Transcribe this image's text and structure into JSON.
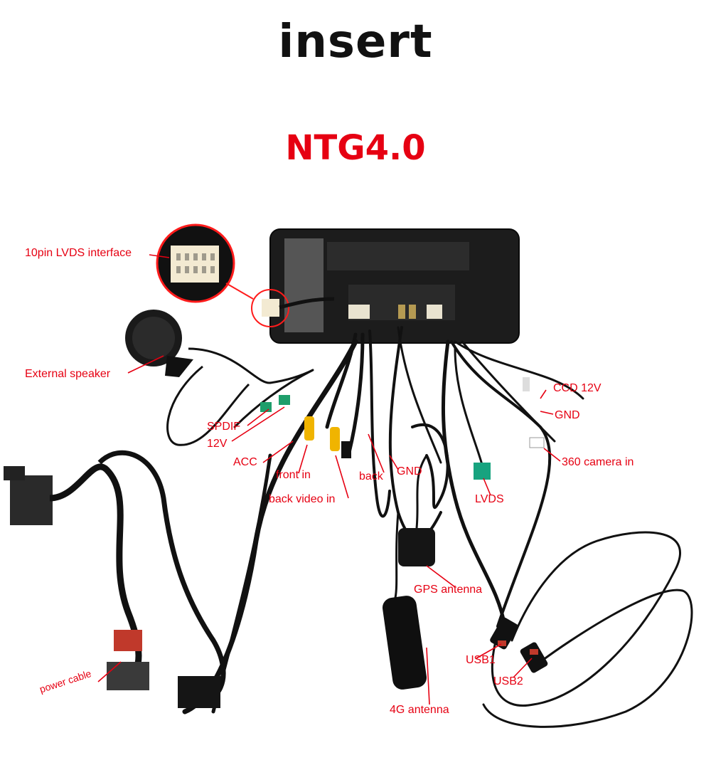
{
  "title": "insert",
  "subtitle": "NTG4.0",
  "colors": {
    "label": "#e60012",
    "pointer": "#e60012",
    "title": "#111111",
    "cable": "#111111",
    "unit": "#1a1a1a"
  },
  "labels": {
    "lvds_interface": "10pin LVDS interface",
    "external_speaker": "External speaker",
    "spdif": "SPDIF",
    "twelve_v": "12V",
    "acc": "ACC",
    "front_in": "front in",
    "back_video_in": "back video in",
    "back": "back",
    "gnd_mid": "GND",
    "ccd_12v": "CCD 12V",
    "gnd_right": "GND",
    "camera_360": "360 camera in",
    "lvds": "LVDS",
    "gps_antenna": "GPS antenna",
    "usb1": "USB1",
    "usb2": "USB2",
    "power_cable": "power cable",
    "antenna_4g": "4G antenna"
  }
}
